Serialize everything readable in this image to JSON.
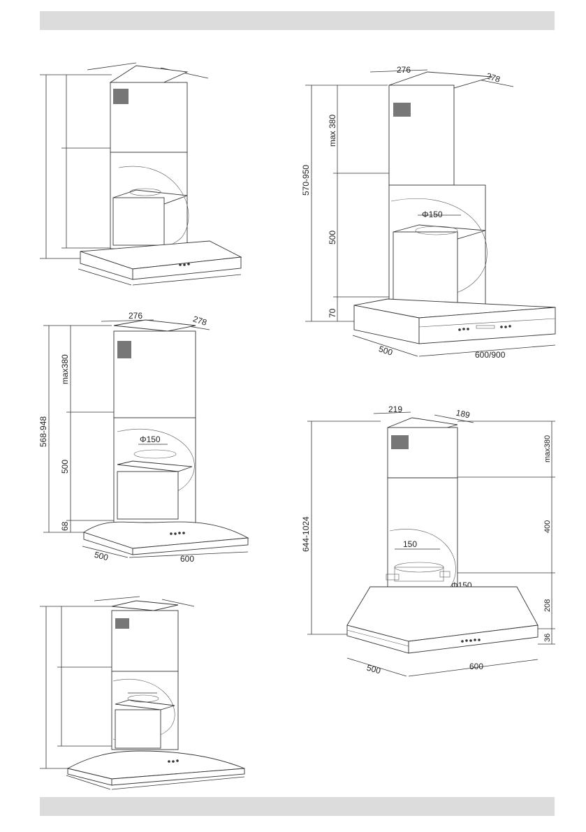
{
  "header": {
    "bar_color": "#dcdcdc"
  },
  "footer": {
    "bar_color": "#dcdcdc"
  },
  "figures": {
    "fig2": {
      "top_w": "276",
      "top_d": "278",
      "total_h": "570-950",
      "chimney_h": "max  380",
      "lower_h": "500",
      "base_h": "70",
      "duct": "Φ150",
      "depth": "500",
      "width": "600/900"
    },
    "fig3": {
      "top_w": "276",
      "top_d": "278",
      "total_h": "568-948",
      "chimney_h": "max380",
      "lower_h": "500",
      "base_h": "68",
      "duct": "Φ150",
      "depth": "500",
      "width": "600"
    },
    "fig5": {
      "top_w": "219",
      "top_d": "189",
      "total_h": "644-1024",
      "chimney_h": "max380",
      "lower_h": "400",
      "mid_h": "208",
      "base_h": "36",
      "flange": "150",
      "duct": "Φ150",
      "depth": "500",
      "width": "600"
    }
  }
}
